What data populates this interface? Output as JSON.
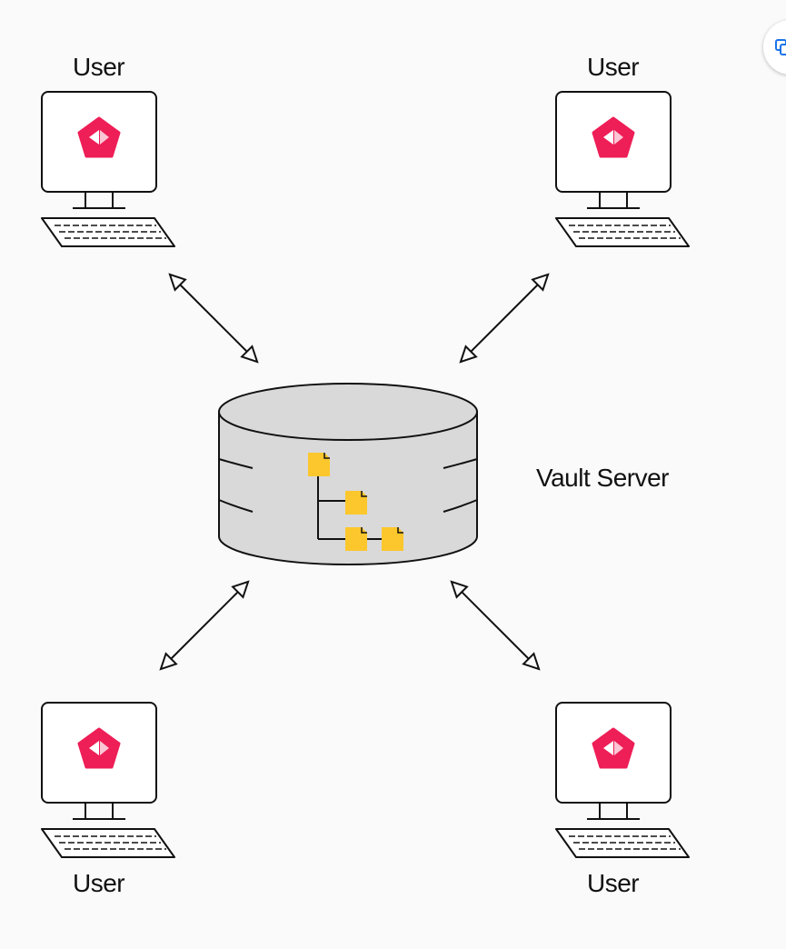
{
  "diagram": {
    "server_label": "Vault Server",
    "users": [
      {
        "label": "User"
      },
      {
        "label": "User"
      },
      {
        "label": "User"
      },
      {
        "label": "User"
      }
    ]
  },
  "colors": {
    "background": "#fafafa",
    "server_fill": "#d9d9d9",
    "app_logo": "#ee1e57",
    "folder": "#fcc72c",
    "stroke": "#111111"
  },
  "icons": {
    "app_logo": "pentagon-play-logo-icon",
    "folder": "folder-icon",
    "arrow": "double-headed-arrow-icon",
    "corner": "copy-icon"
  }
}
